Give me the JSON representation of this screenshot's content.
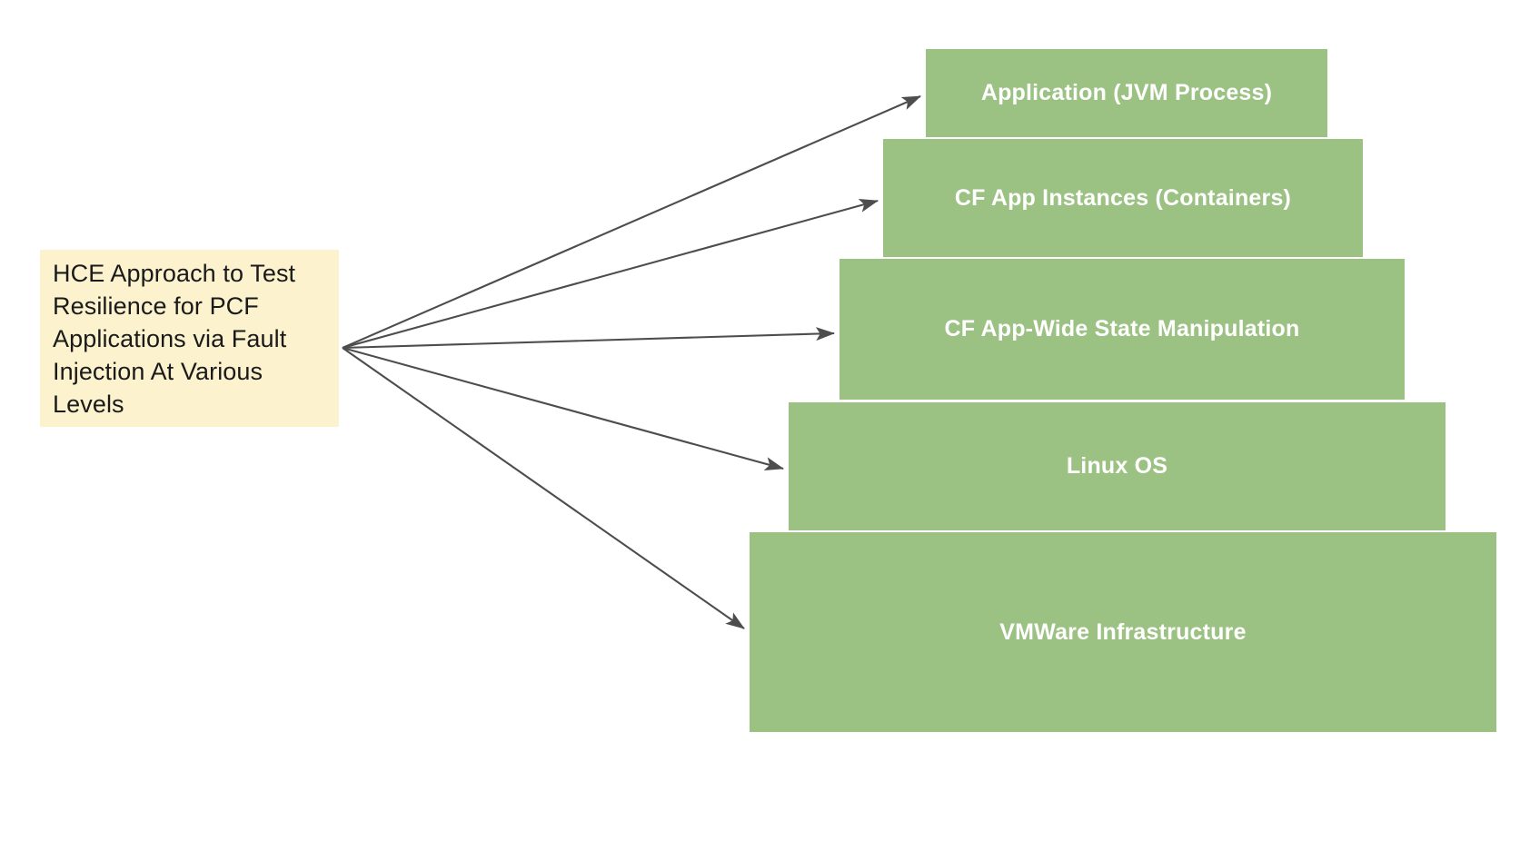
{
  "diagram": {
    "title": "HCE Approach to Test Resilience for PCF Applications via Fault Injection At Various Levels",
    "background_color": "#ffffff",
    "source_note": {
      "text": "HCE Approach to Test Resilience for PCF Applications via Fault Injection At Various Levels",
      "fill_color": "#FCF2CD",
      "text_color": "#1a1a1a"
    },
    "layer_fill_color": "#9CC283",
    "layer_text_color": "#ffffff",
    "connector_color": "#4d4d4d",
    "layers": [
      {
        "label": "Application (JVM Process)"
      },
      {
        "label": "CF App Instances (Containers)"
      },
      {
        "label": "CF App-Wide State Manipulation"
      },
      {
        "label": "Linux OS"
      },
      {
        "label": "VMWare Infrastructure"
      }
    ]
  }
}
